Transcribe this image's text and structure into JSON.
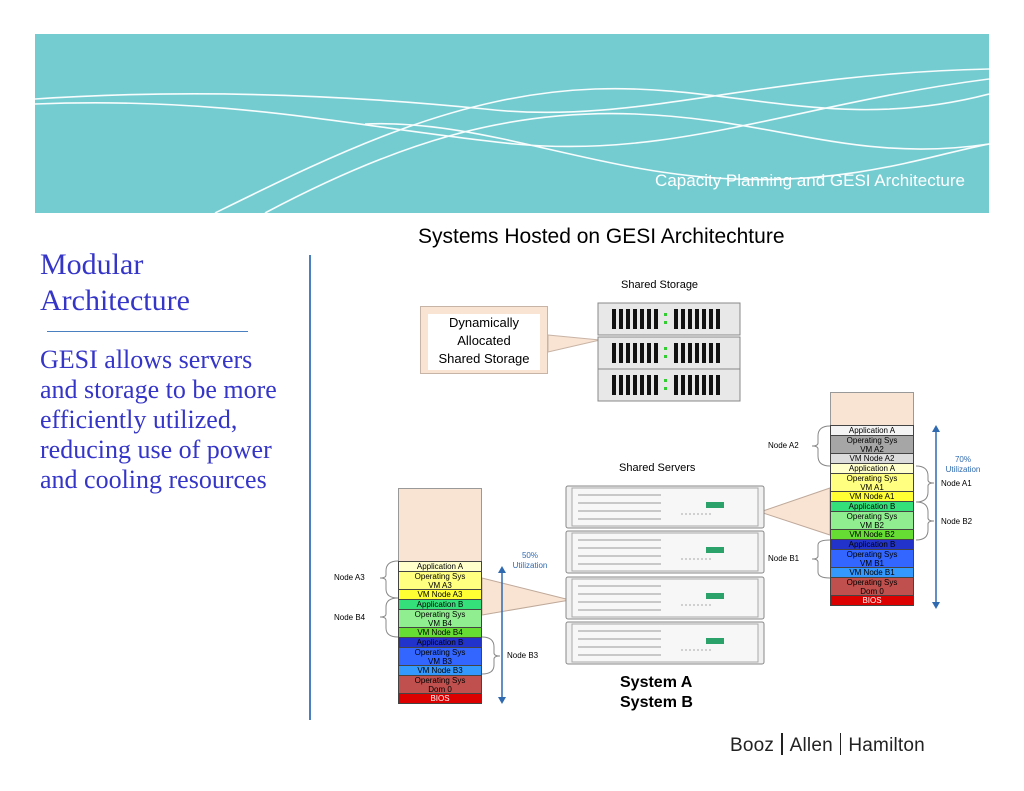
{
  "banner": {
    "title": "Capacity Planning and GESI Architecture",
    "color": "#74ccd1"
  },
  "left": {
    "title_line1": "Modular",
    "title_line2": "Architecture",
    "body": "GESI allows servers and storage to be more efficiently utilized, reducing use of power and cooling resources",
    "text_color": "#3535c8"
  },
  "diagram": {
    "title": "Systems Hosted on GESI Architechture",
    "shared_storage_label": "Shared Storage",
    "shared_servers_label": "Shared Servers",
    "callout_lines": [
      "Dynamically",
      "Allocated",
      "Shared Storage"
    ],
    "system_a": "System A",
    "system_b": "System B",
    "stack_a": {
      "utilization_pct": "70%",
      "utilization_word": "Utilization",
      "layers": [
        {
          "text": "Application A",
          "color": "#f4f4f4"
        },
        {
          "text": "Operating Sys VM A2",
          "color": "#a6a6a6"
        },
        {
          "text": "VM Node A2",
          "color": "#dcdcdc"
        },
        {
          "text": "Application A",
          "color": "#ffffcc"
        },
        {
          "text": "Operating Sys VM A1",
          "color": "#ffff80"
        },
        {
          "text": "VM Node A1",
          "color": "#ffff33"
        },
        {
          "text": "Application B",
          "color": "#33e07a"
        },
        {
          "text": "Operating Sys VM B2",
          "color": "#90ee90"
        },
        {
          "text": "VM Node B2",
          "color": "#66dd33"
        },
        {
          "text": "Application B",
          "color": "#2233cc"
        },
        {
          "text": "Operating Sys VM B1",
          "color": "#3366ff"
        },
        {
          "text": "VM Node B1",
          "color": "#3399ff"
        },
        {
          "text": "Operating Sys Dom 0",
          "color": "#c0504d"
        },
        {
          "text": "BIOS",
          "color": "#dd0000"
        }
      ],
      "nodes": [
        "Node A2",
        "Node A1",
        "Node B2",
        "Node B1"
      ]
    },
    "stack_b": {
      "utilization_pct": "50%",
      "utilization_word": "Utilization",
      "layers": [
        {
          "text": "Application A",
          "color": "#ffffcc"
        },
        {
          "text": "Operating Sys VM A3",
          "color": "#ffff80"
        },
        {
          "text": "VM Node A3",
          "color": "#ffff33"
        },
        {
          "text": "Application B",
          "color": "#33e07a"
        },
        {
          "text": "Operating Sys VM B4",
          "color": "#90ee90"
        },
        {
          "text": "VM Node B4",
          "color": "#66dd33"
        },
        {
          "text": "Application B",
          "color": "#2233cc"
        },
        {
          "text": "Operating Sys VM B3",
          "color": "#3366ff"
        },
        {
          "text": "VM Node B3",
          "color": "#3399ff"
        },
        {
          "text": "Operating Sys Dom 0",
          "color": "#c0504d"
        },
        {
          "text": "BIOS",
          "color": "#dd0000"
        }
      ],
      "nodes": [
        "Node A3",
        "Node B4",
        "Node B3"
      ]
    }
  },
  "footer": {
    "word1": "Booz",
    "word2": "Allen",
    "word3": "Hamilton"
  }
}
